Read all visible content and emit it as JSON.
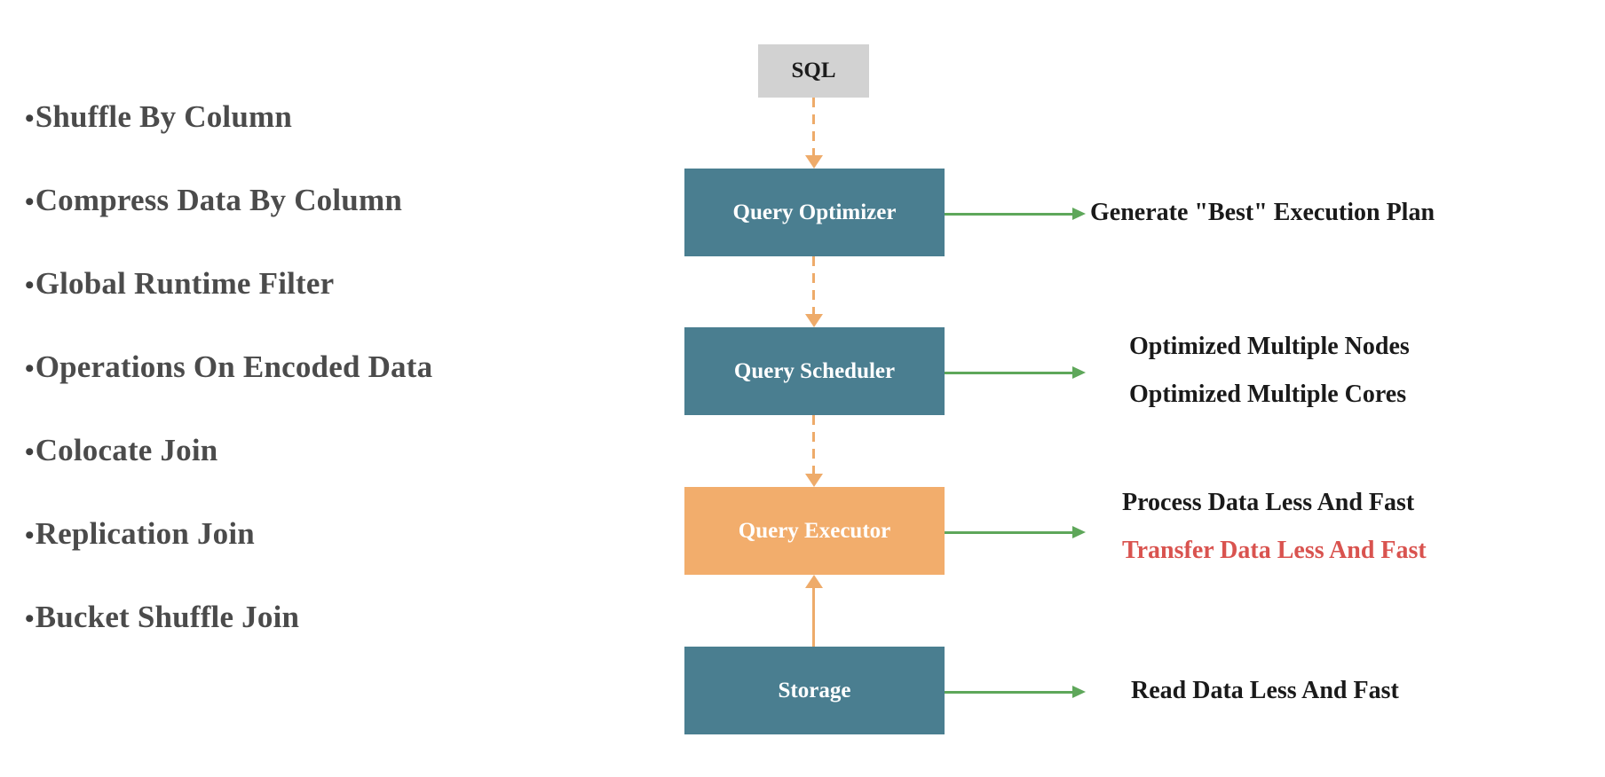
{
  "techniques": {
    "bullet_glyph": "•",
    "items": [
      "Shuffle By Column",
      "Compress Data By Column",
      "Global Runtime Filter",
      "Operations On Encoded Data",
      "Colocate Join",
      "Replication Join",
      "Bucket Shuffle Join"
    ]
  },
  "flow": {
    "sql": "SQL",
    "stages": [
      {
        "label": "Query Optimizer",
        "color": "#4a7e90"
      },
      {
        "label": "Query Scheduler",
        "color": "#4a7e90"
      },
      {
        "label": "Query Executor",
        "color": "#f2ad6c"
      },
      {
        "label": "Storage",
        "color": "#4a7e90"
      }
    ],
    "sql_color": "#d2d2d2",
    "connector_color": "#eeab6a",
    "output_arrow_color": "#5ea75a"
  },
  "outputs": {
    "optimizer": {
      "line1": "Generate \"Best\" Execution Plan"
    },
    "scheduler": {
      "line1": "Optimized Multiple Nodes",
      "line2": "Optimized Multiple Cores"
    },
    "executor": {
      "line1": "Process Data Less And Fast",
      "line2": "Transfer Data Less And Fast",
      "line2_color": "#d9534f"
    },
    "storage": {
      "line1": "Read Data Less And Fast"
    }
  }
}
